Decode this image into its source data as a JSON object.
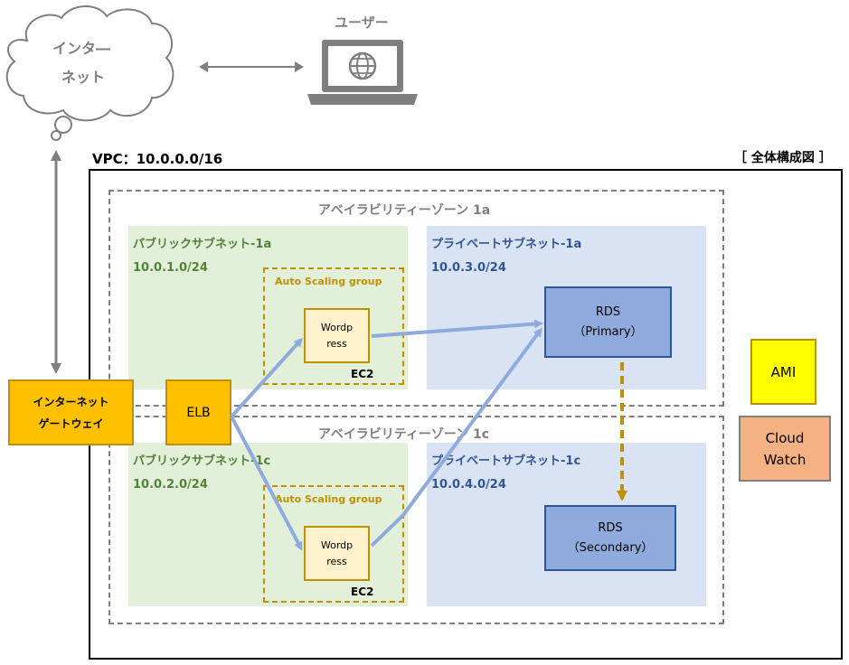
{
  "internet": {
    "label_line1": "インタ―",
    "label_line2": "ネット"
  },
  "user": {
    "label": "ユーザー"
  },
  "vpc": {
    "label": "VPC：10.0.0.0/16"
  },
  "diagram_title": "［ 全体構成図 ］",
  "az_1a": {
    "label": "アベイラビリティーゾーン 1a"
  },
  "az_1c": {
    "label": "アベイラビリティーゾーン 1c"
  },
  "public_1a": {
    "name": "パブリックサブネット-1a",
    "cidr": "10.0.1.0/24"
  },
  "public_1c": {
    "name": "パブリックサブネット-1c",
    "cidr": "10.0.2.0/24"
  },
  "private_1a": {
    "name": "プライベートサブネット-1a",
    "cidr": "10.0.3.0/24"
  },
  "private_1c": {
    "name": "プライベートサブネット-1c",
    "cidr": "10.0.4.0/24"
  },
  "asg_1a": {
    "label": "Auto Scaling group",
    "wp_line1": "Wordp",
    "wp_line2": "ress",
    "ec2": "EC2"
  },
  "asg_1c": {
    "label": "Auto Scaling group",
    "wp_line1": "Wordp",
    "wp_line2": "ress",
    "ec2": "EC2"
  },
  "rds_primary": {
    "line1": "RDS",
    "line2": "（Primary）"
  },
  "rds_secondary": {
    "line1": "RDS",
    "line2": "（Secondary）"
  },
  "igw": {
    "line1": "インターネット",
    "line2": "ゲートウェイ"
  },
  "elb": {
    "label": "ELB"
  },
  "ami": {
    "label": "AMI"
  },
  "cloudwatch": {
    "line1": "Cloud",
    "line2": "Watch"
  },
  "colors": {
    "arrow": "#8faadc",
    "replication": "#bf9000",
    "public": "#e2efd9",
    "private": "#dae3f3",
    "orange": "#ffc000",
    "ami": "#ffff00",
    "cloudwatch": "#f4b183"
  }
}
